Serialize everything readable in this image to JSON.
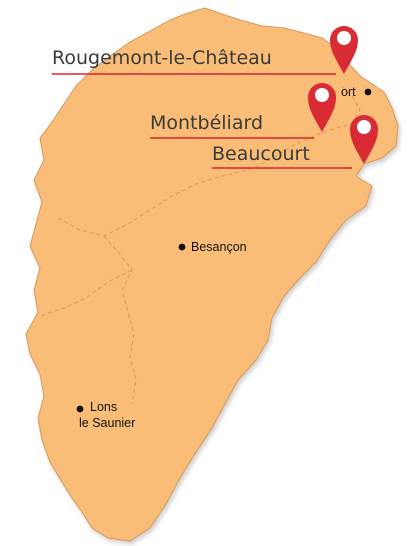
{
  "map": {
    "colors": {
      "land": "#f9bd78",
      "border": "#e59a4e",
      "marker": "#d92b34",
      "underline": "#e0232e",
      "label": "#3a3a3a"
    },
    "cities": [
      {
        "id": "besancon",
        "label": "Besançon"
      },
      {
        "id": "lons",
        "label_line1": "Lons",
        "label_line2": "le Saunier"
      },
      {
        "id": "belfort",
        "label": "ort"
      }
    ],
    "markers": [
      {
        "id": "rougemont",
        "label": "Rougemont-le-Château",
        "icon": "map-pin-icon"
      },
      {
        "id": "montbeliard",
        "label": "Montbéliard",
        "icon": "map-pin-icon"
      },
      {
        "id": "beaucourt",
        "label": "Beaucourt",
        "icon": "map-pin-icon"
      }
    ]
  }
}
